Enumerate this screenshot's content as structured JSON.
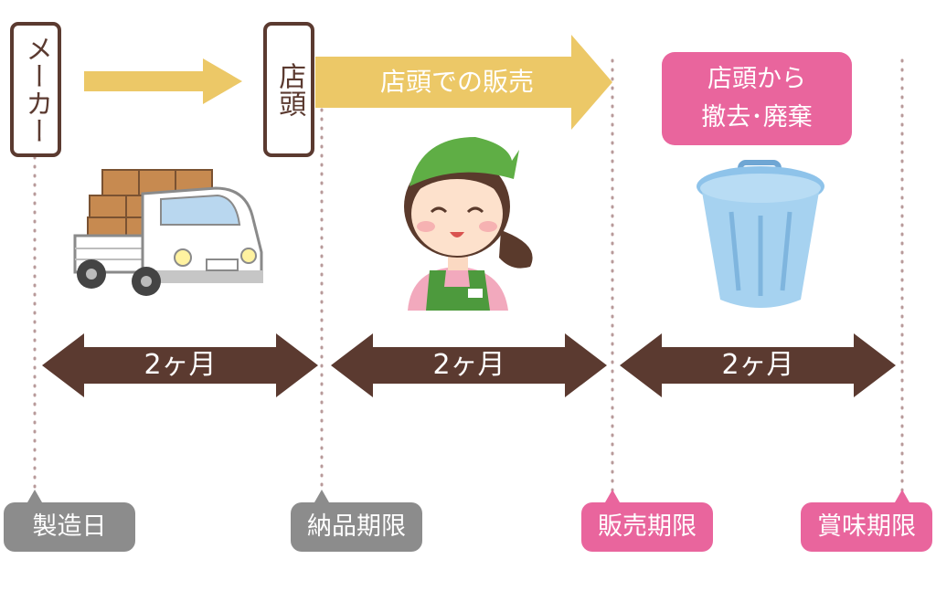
{
  "labels": {
    "maker": "メーカー",
    "store": "店頭"
  },
  "stages": {
    "store_sale": "店頭での販売",
    "removal": "店頭から\n撤去･廃棄"
  },
  "durations": [
    "2ヶ月",
    "2ヶ月",
    "2ヶ月"
  ],
  "milestones": {
    "manufacture": "製造日",
    "delivery_deadline": "納品期限",
    "sales_deadline": "販売期限",
    "best_before": "賞味期限"
  },
  "colors": {
    "brown": "#5b3a30",
    "yellow": "#ecc867",
    "pink": "#e9659d",
    "gray": "#8c8c8c",
    "dot": "#b89a9a"
  },
  "icons": {
    "truck": "delivery-truck-icon",
    "clerk": "store-clerk-icon",
    "bin": "trash-bin-icon"
  }
}
